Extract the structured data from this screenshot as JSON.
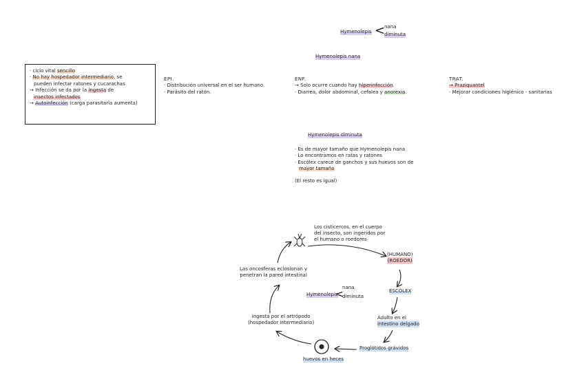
{
  "title_classifier": {
    "name": "Hymenolepis",
    "opt1": "nana",
    "opt2": "diminuta"
  },
  "nana_heading": "Hymenolepis nana",
  "box": {
    "line1a": "· ciclo vital ",
    "line1b": "sencillo",
    "line2a": "· ",
    "line2b": "No hay hospedador intermediario",
    "line2c": ", se",
    "line3": "pueden infectar ratones y cucarachas",
    "line4a": "→ Infección se da por la ",
    "line4b": "ingesta",
    "line4c": " de",
    "line5": "insectos infectados",
    "line6a": "→ ",
    "line6b": "Autoinfección",
    "line6c": " (carga parasitaria aumenta)"
  },
  "epi": {
    "header": "EPI.",
    "item1": "· Distribución universal en el ser humano.",
    "item2": "· Parásito del ratón."
  },
  "enf": {
    "header": "ENF.",
    "item1a": "→ Solo ocurre cuando hay ",
    "item1b": "hiperinfección",
    "item1c": ".",
    "item2a": "· Diarrea, dolor abdominal, cefalea y ",
    "item2b": "anorexia",
    "item2c": "."
  },
  "trat": {
    "header": "TRAT.",
    "item1": "→ Praziquantel",
    "item2": "· Mejorar condiciones higiénico - sanitarias"
  },
  "diminuta_heading": "Hymenolepis diminuta",
  "diminuta": {
    "item1": "· Es de mayor tamaño que Hymenolepis nana",
    "item2": "· Lo encontramos en ratas y ratones",
    "item3": "· Escólex carece de ganchos y sus huevos son de",
    "item3b": "mayor tamaño",
    "note": "(El resto es igual)"
  },
  "cycle": {
    "cysticercoid": "Los cisticercos, en el cuerpo\ndel insecto, son ingeridos por\nel humano o roedores",
    "host": "(HUMANO)\n(ROEDOR)",
    "scolex": "ESCÓLEX",
    "adult": "Adulto en el\nintestino delgado",
    "proglottids": "Proglótidos grávidos",
    "eggs": "huevos en heces",
    "ingested": "ingesta por el artrópodo\n(hospedador intermediario)",
    "oncosphere": "Las oncosferas eclosionan y\npenetran la pared intestinal",
    "center_name": "Hymenolepis",
    "center_opt1": "nana",
    "center_opt2": "diminuta"
  }
}
